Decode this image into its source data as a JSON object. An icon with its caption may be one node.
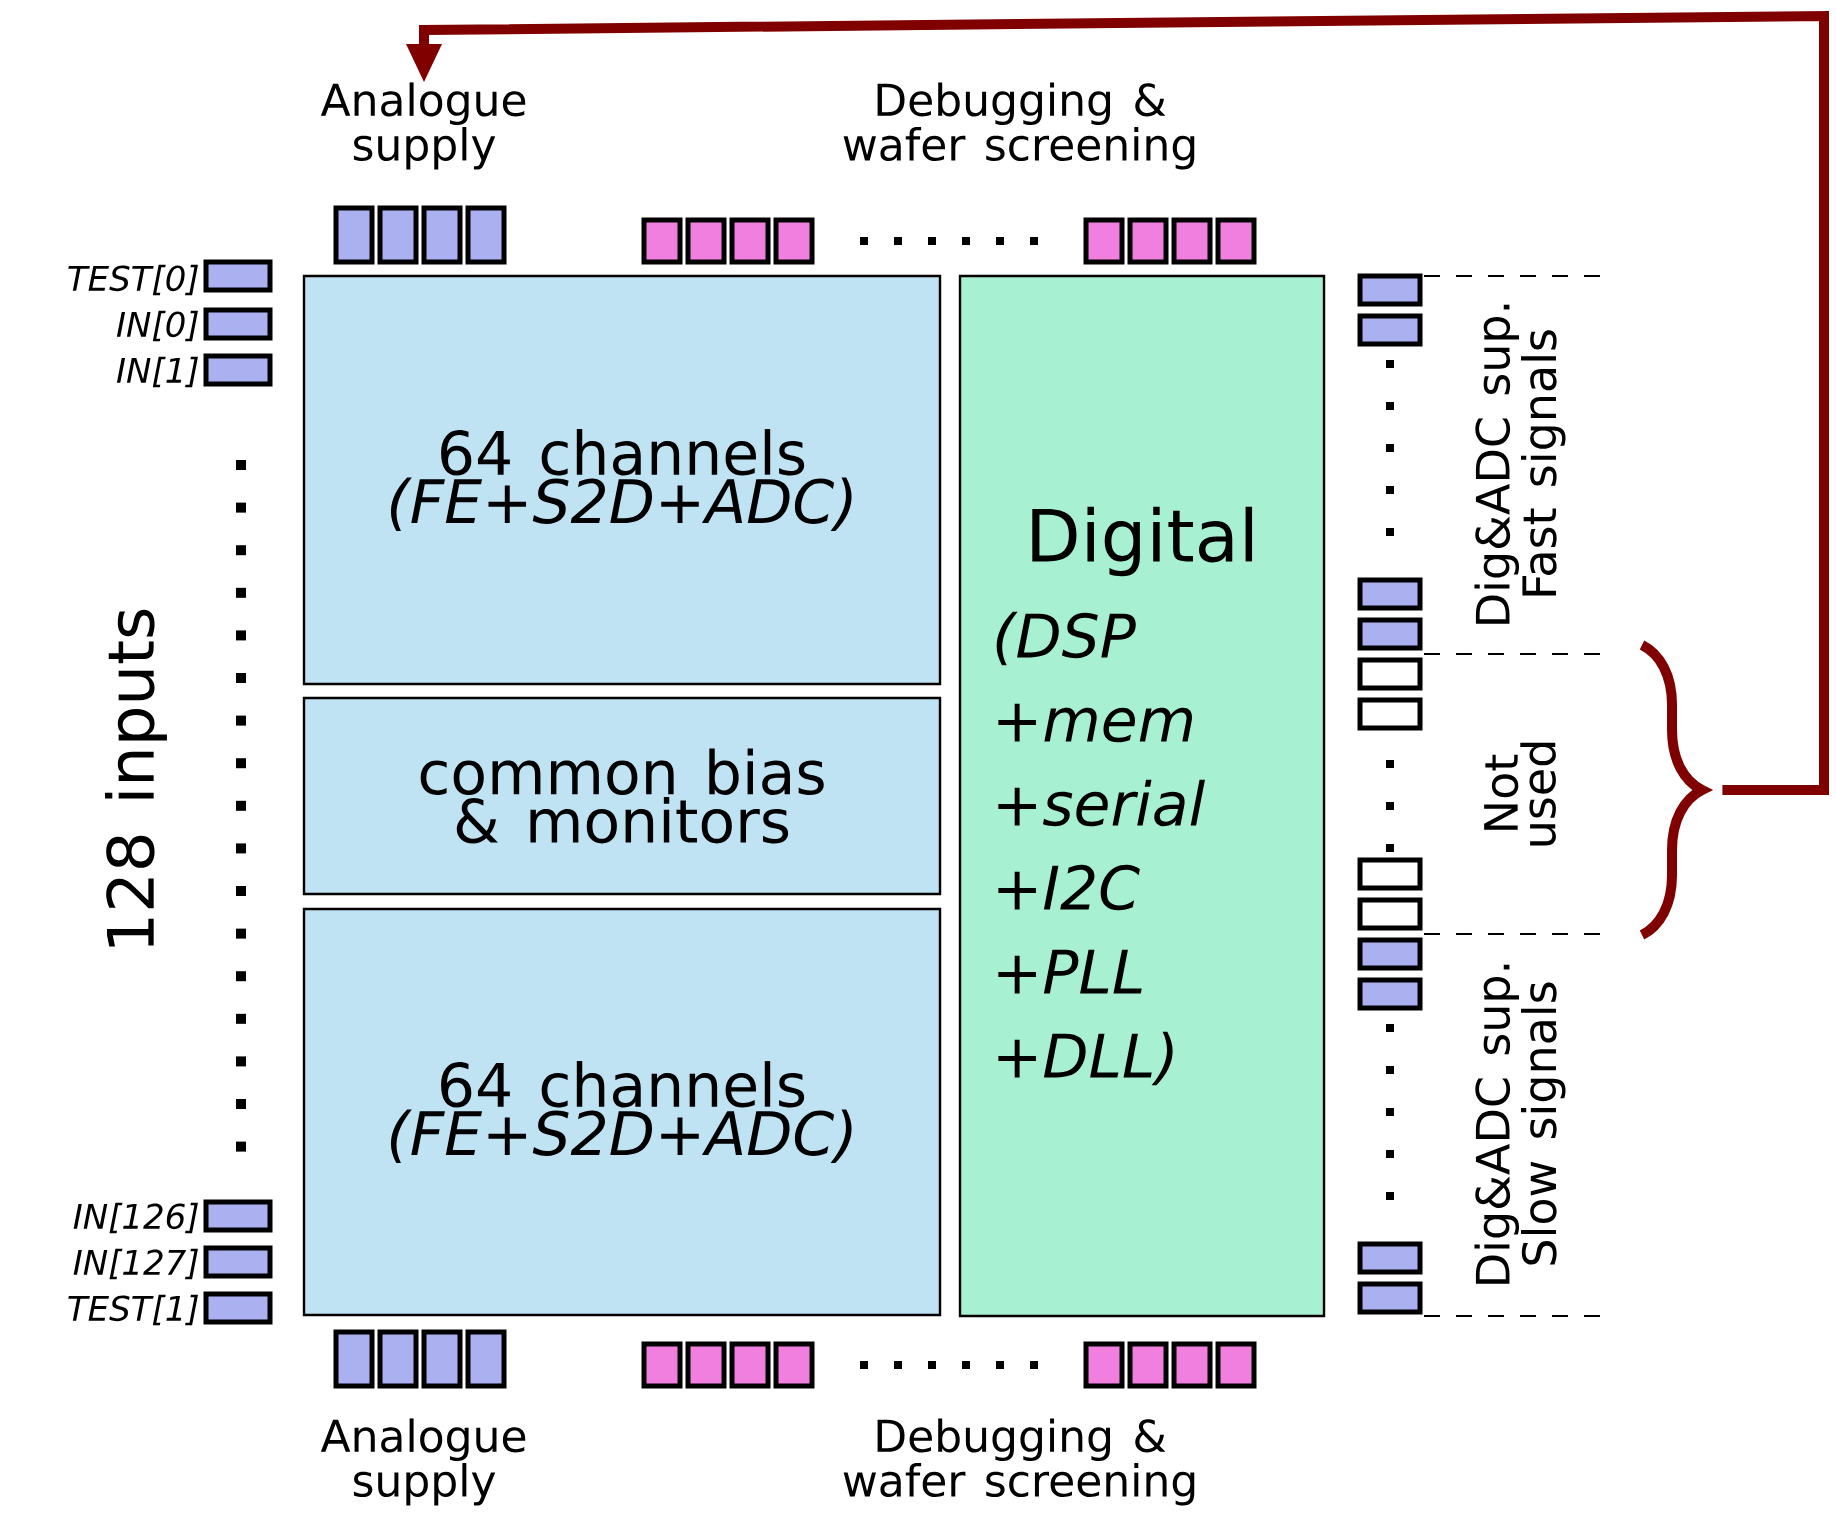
{
  "diagram": {
    "nodes": [
      {
        "text": [
          "64 channels",
          "(FE+S2D+ADC)"
        ]
      },
      {
        "text": [
          "common bias & monitors"
        ]
      },
      {
        "text": [
          "64 channels",
          "(FE+S2D+ADC)"
        ]
      },
      {
        "text": [
          "Digital",
          "(DSP +mem +serial +I2C +PLL +DLL)"
        ]
      },
      {
        "text": [
          "Dig&ADC sup. Fast signals"
        ]
      },
      {
        "text": [
          "Not used"
        ]
      },
      {
        "text": [
          "Dig&ADC sup. Slow signals"
        ]
      },
      {
        "text": [],
        "shape": "brace"
      },
      {
        "text": [
          "Analogue supply"
        ]
      }
    ],
    "edges": [
      {
        "from": 7,
        "to": 8,
        "arrow": "to",
        "color": "#800000"
      }
    ],
    "labels": [
      "Debugging & wafer screening",
      "TEST[0]",
      "IN[0]",
      "IN[1]",
      "128 inputs",
      "IN[126]",
      "IN[127]",
      "TEST[1]",
      "Analogue supply",
      "Debugging & wafer screening"
    ]
  }
}
